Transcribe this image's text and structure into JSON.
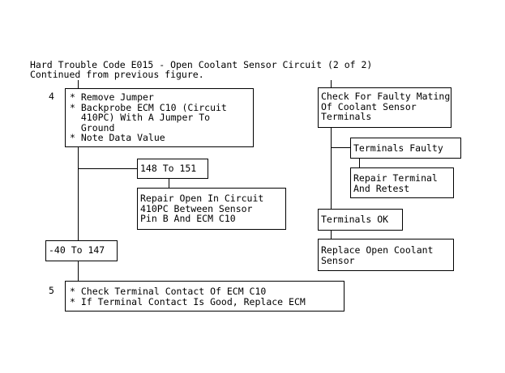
{
  "header": {
    "title": "Hard Trouble Code E015 - Open Coolant Sensor Circuit (2 of 2)",
    "subtitle": "Continued from previous figure."
  },
  "steps": {
    "step4_number": "4",
    "step4_lines": [
      "* Remove Jumper",
      "* Backprobe ECM C10 (Circuit",
      "  410PC) With A Jumper To",
      "  Ground",
      "* Note Data Value"
    ],
    "step5_number": "5",
    "step5_lines": [
      "* Check Terminal Contact Of ECM C10",
      "* If Terminal Contact Is Good, Replace ECM"
    ]
  },
  "left_branch": {
    "range_high": "148 To 151",
    "repair_open_lines": [
      "Repair Open In Circuit",
      "410PC Between Sensor",
      "Pin B And ECM C10"
    ],
    "range_low": "-40 To 147"
  },
  "right_branch": {
    "check_lines": [
      "Check For Faulty Mating",
      "Of Coolant Sensor",
      "Terminals"
    ],
    "terminals_faulty": "Terminals Faulty",
    "repair_terminal_lines": [
      "Repair Terminal",
      "And Retest"
    ],
    "terminals_ok": "Terminals OK",
    "replace_lines": [
      "Replace Open Coolant",
      "Sensor"
    ]
  }
}
